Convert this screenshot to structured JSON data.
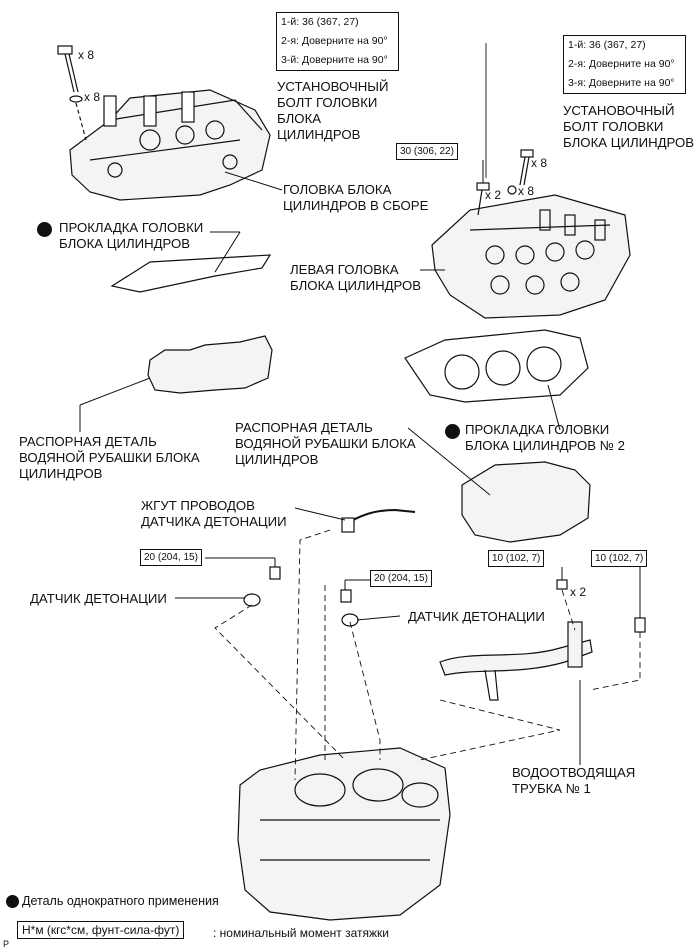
{
  "torque_box_left": [
    "1-й: 36 (367, 27)",
    "2-я: Доверните на 90°",
    "3-й: Доверните на 90°"
  ],
  "torque_box_right": [
    "1-й: 36 (367, 27)",
    "2-я: Доверните на 90°",
    "3-я: Доверните на 90°"
  ],
  "labels": {
    "bolt_left": "УСТАНОВОЧНЫЙ\nБОЛТ ГОЛОВКИ\nБЛОКА\nЦИЛИНДРОВ",
    "bolt_right": "УСТАНОВОЧНЫЙ\nБОЛТ ГОЛОВКИ\nБЛОКА ЦИЛИНДРОВ",
    "head_assembly": "ГОЛОВКА БЛОКА\nЦИЛИНДРОВ В СБОРЕ",
    "gasket_1": "ПРОКЛАДКА ГОЛОВКИ\nБЛОКА ЦИЛИНДРОВ",
    "left_head": "ЛЕВАЯ ГОЛОВКА\nБЛОКА ЦИЛИНДРОВ",
    "spacer_1": "РАСПОРНАЯ ДЕТАЛЬ\nВОДЯНОЙ РУБАШКИ БЛОКА\nЦИЛИНДРОВ",
    "gasket_2": "ПРОКЛАДКА ГОЛОВКИ\nБЛОКА ЦИЛИНДРОВ № 2",
    "spacer_2": "РАСПОРНАЯ ДЕТАЛЬ\nВОДЯНОЙ РУБАШКИ БЛОКА\nЦИЛИНДРОВ",
    "harness": "ЖГУТ ПРОВОДОВ\nДАТЧИКА ДЕТОНАЦИИ",
    "knock_left": "ДАТЧИК ДЕТОНАЦИИ",
    "knock_right": "ДАТЧИК ДЕТОНАЦИИ",
    "water_pipe": "ВОДООТВОДЯЩАЯ\nТРУБКА № 1"
  },
  "torques": {
    "t30": "30 (306, 22)",
    "t20a": "20 (204, 15)",
    "t20b": "20 (204, 15)",
    "t10a": "10 (102, 7)",
    "t10b": "10 (102, 7)"
  },
  "quantities": {
    "q1": "x 8",
    "q2": "x 8",
    "q3": "x 8",
    "q4": "x 8",
    "q5": "x 2",
    "q6": "x 2"
  },
  "legend": {
    "single_use": "Деталь однократного применения",
    "unit_box": "Н*м (кгс*см, фунт-сила-фут)",
    "unit_text": ": номинальный момент затяжки"
  },
  "corner_mark": "P"
}
